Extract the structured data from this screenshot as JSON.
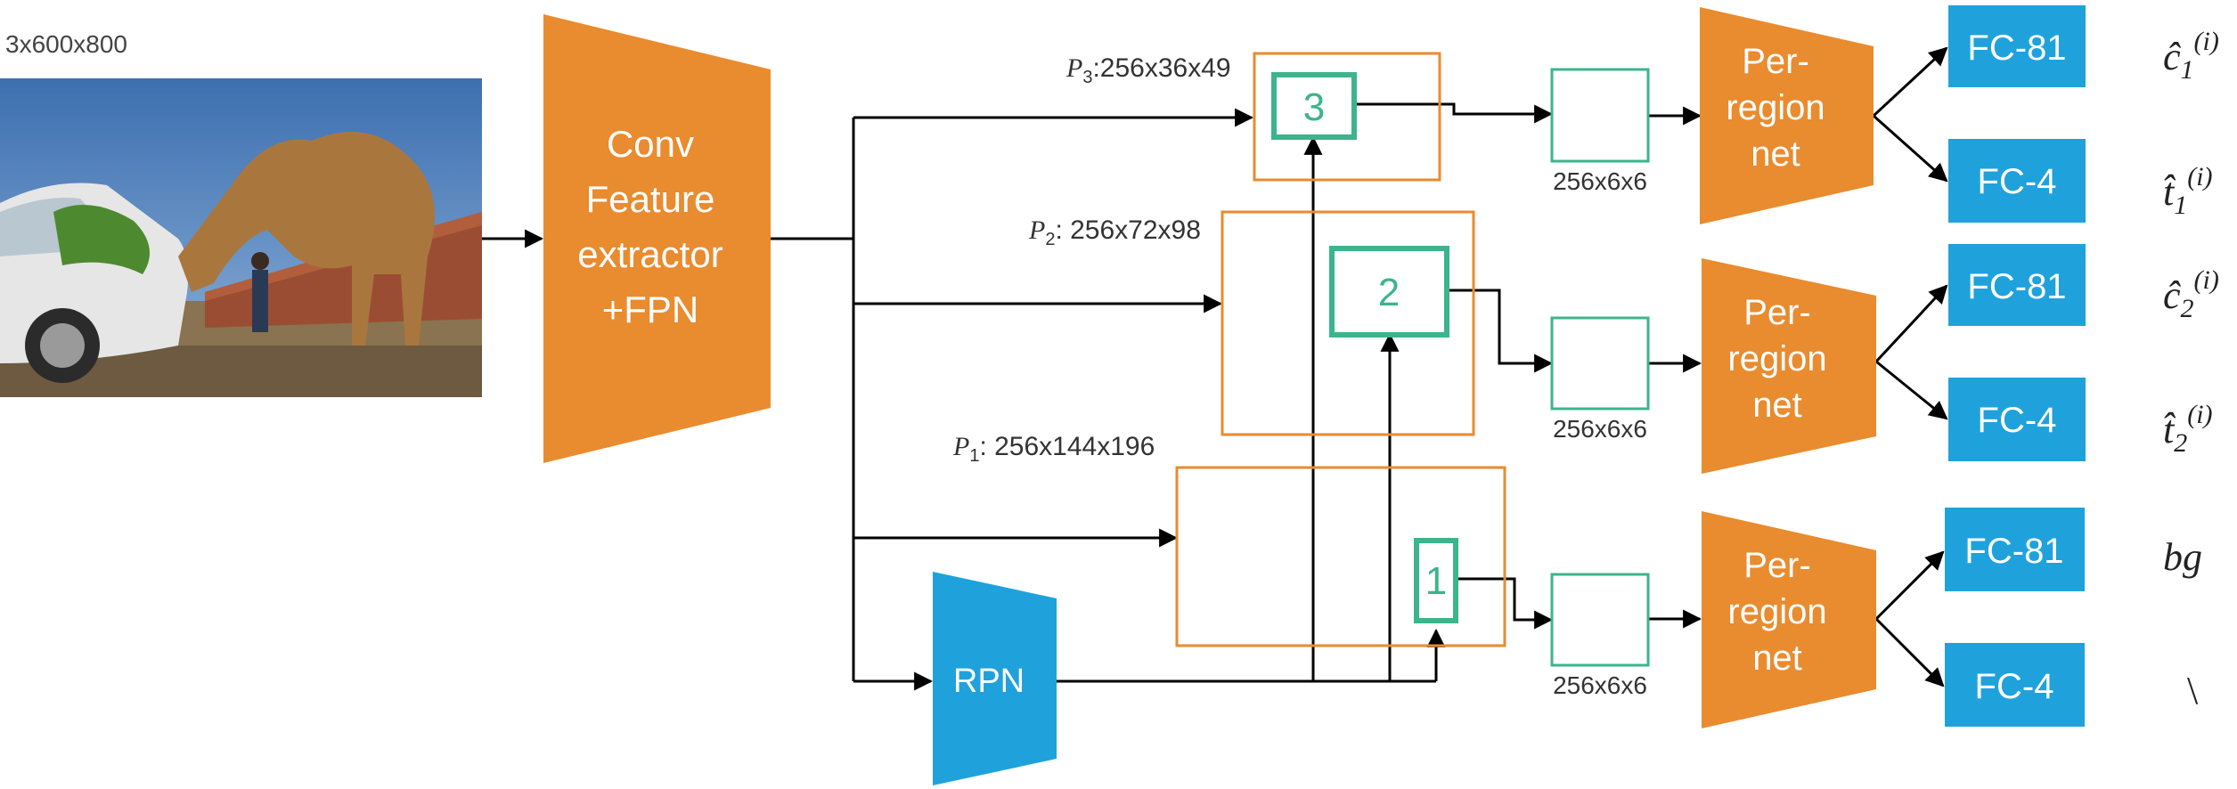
{
  "input": {
    "size_label": "3x600x800"
  },
  "backbone": {
    "lines": [
      "Conv",
      "Feature",
      "extractor",
      "+FPN"
    ]
  },
  "pyramid": [
    {
      "name_sub": "3",
      "name_sep": ":",
      "dims": "256x36x49",
      "roi_label": "3"
    },
    {
      "name_sub": "2",
      "name_sep": ": ",
      "dims": "256x72x98",
      "roi_label": "2"
    },
    {
      "name_sub": "1",
      "name_sep": ": ",
      "dims": "256x144x196",
      "roi_label": "1"
    }
  ],
  "pyramid_letter": "P",
  "rpn": {
    "label": "RPN"
  },
  "pooled": {
    "size_label": "256x6x6"
  },
  "heads": [
    {
      "net_lines": [
        "Per-",
        "region",
        "net"
      ],
      "fc_cls": "FC-81",
      "fc_reg": "FC-4",
      "out_cls": {
        "base": "ĉ",
        "sub": "1",
        "sup": "(i)"
      },
      "out_reg": {
        "base": "t̂",
        "sub": "1",
        "sup": "(i)"
      }
    },
    {
      "net_lines": [
        "Per-",
        "region",
        "net"
      ],
      "fc_cls": "FC-81",
      "fc_reg": "FC-4",
      "out_cls": {
        "base": "ĉ",
        "sub": "2",
        "sup": "(i)"
      },
      "out_reg": {
        "base": "t̂",
        "sub": "2",
        "sup": "(i)"
      }
    },
    {
      "net_lines": [
        "Per-",
        "region",
        "net"
      ],
      "fc_cls": "FC-81",
      "fc_reg": "FC-4",
      "out_cls": {
        "base": "bg",
        "sub": "",
        "sup": ""
      },
      "out_reg": {
        "base": "\\",
        "sub": "",
        "sup": ""
      }
    }
  ],
  "colors": {
    "orange": "#E98B2F",
    "blue": "#1FA2DC",
    "green": "#3CB48C",
    "line": "#000000"
  }
}
